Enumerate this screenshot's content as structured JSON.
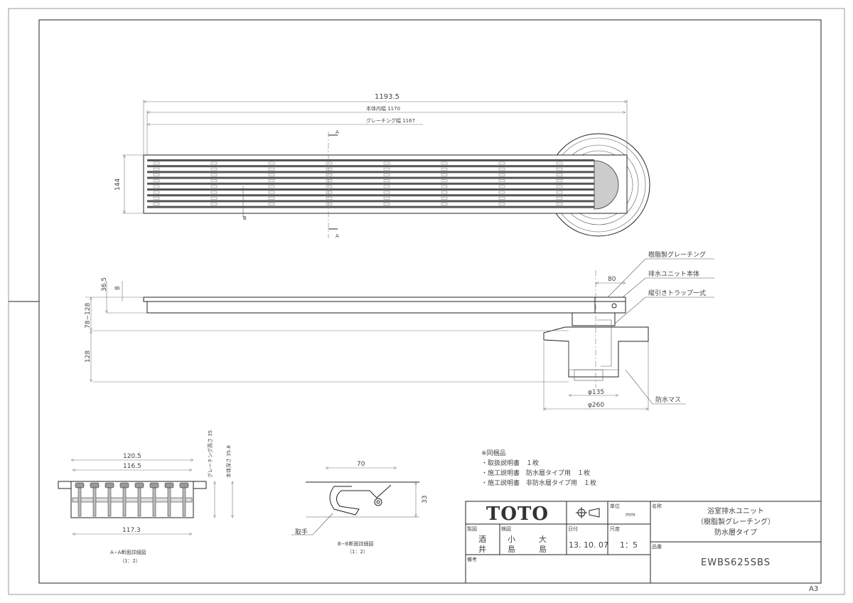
{
  "sheet": {
    "size": "A3"
  },
  "top_view": {
    "dim_overall": "1193.5",
    "dim_body_inner": "本体内幅 1170",
    "dim_grating": "グレーチング幅 1167",
    "dim_height": "144",
    "section_a": "A",
    "section_b": "B"
  },
  "side_view": {
    "dim_365": "36.5",
    "dim_8": "8",
    "dim_78_128": "78~128",
    "dim_128": "128",
    "dim_80": "80",
    "dim_135": "φ135",
    "dim_260": "φ260",
    "labels": [
      "樹脂製グレーチング",
      "排水ユニット本体",
      "縦引きトラップ一式",
      "防水マス"
    ]
  },
  "section_aa": {
    "dim_1205": "120.5",
    "dim_1165": "116.5",
    "dim_1173": "117.3",
    "dim_grating_h": "グレーチング高さ 35",
    "dim_body_d": "本体深さ 35.8",
    "title": "A−A断面詳細図",
    "scale": "（1：2）"
  },
  "section_bb": {
    "dim_70": "70",
    "dim_33": "33",
    "handle": "取手",
    "title": "B−B断面詳細図",
    "scale": "（1：2）"
  },
  "notes": {
    "heading": "※同梱品",
    "items": [
      "・取扱説明書　１枚",
      "・施工説明書　防水層タイプ用　１枚",
      "・施工説明書　非防水層タイプ用　１枚"
    ]
  },
  "title_block": {
    "brand": "TOTO",
    "unit_label": "単位",
    "unit": "mm",
    "drawn_label": "製図",
    "drawn": [
      "酒",
      "井"
    ],
    "checked_label": "検図",
    "checked": [
      "小",
      "島",
      "大",
      "島"
    ],
    "date_label": "日付",
    "date": "13. 10. 07",
    "scale_label": "尺度",
    "scale": "1：5",
    "name_label": "名称",
    "name": [
      "浴室排水ユニット",
      "（樹脂製グレーチング）",
      "防水層タイプ"
    ],
    "part_label": "品番",
    "part": "EWBS625SBS",
    "remarks_label": "備考"
  }
}
